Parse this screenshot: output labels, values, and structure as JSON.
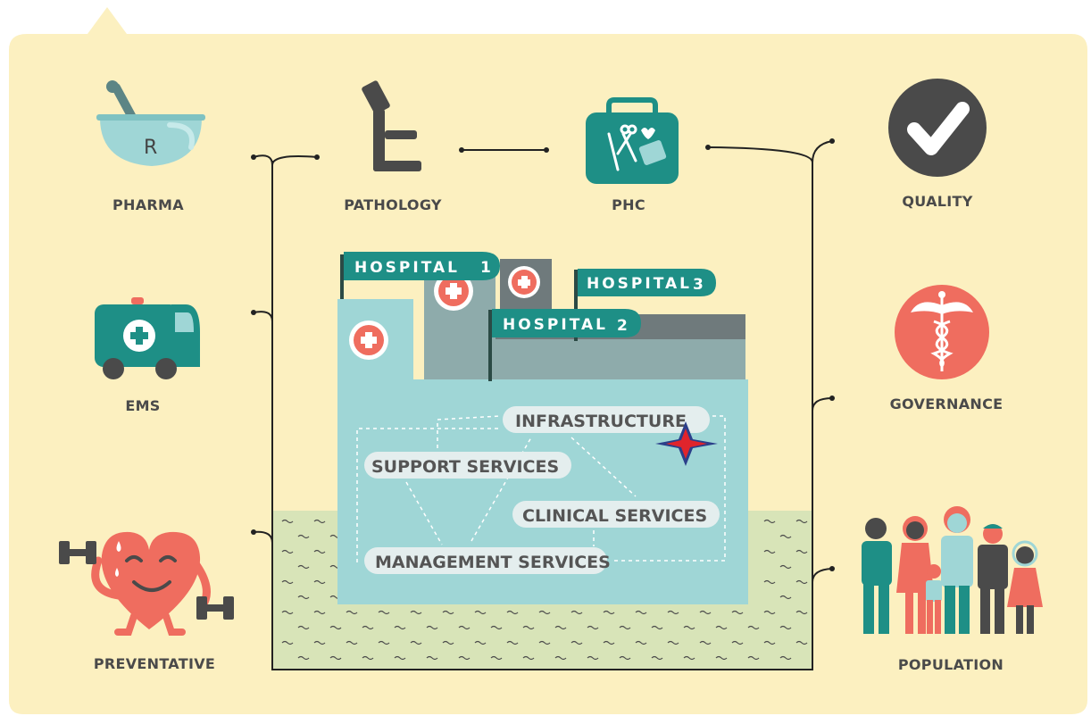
{
  "colors": {
    "panel": "#fcf0c0",
    "teal": "#1e8f86",
    "light_teal": "#9fd6d6",
    "coral": "#ef6d5f",
    "dark": "#4a4a4a",
    "ground": "#d8e4b8"
  },
  "top_row": {
    "pharma": {
      "label": "PHARMA",
      "icon": "mortar-pestle-icon",
      "icon_letter": "R"
    },
    "pathology": {
      "label": "PATHOLOGY",
      "icon": "microscope-icon"
    },
    "phc": {
      "label": "PHC",
      "icon": "medical-kit-icon"
    }
  },
  "left_column": {
    "ems": {
      "label": "EMS",
      "icon": "ambulance-icon"
    },
    "preventative": {
      "label": "PREVENTATIVE",
      "icon": "heart-dumbbell-icon"
    }
  },
  "right_column": {
    "quality": {
      "label": "QUALITY",
      "icon": "checkmark-icon"
    },
    "governance": {
      "label": "GOVERNANCE",
      "icon": "caduceus-icon"
    },
    "population": {
      "label": "POPULATION",
      "icon": "family-icon"
    }
  },
  "hospitals": [
    {
      "label": "HOSPITAL",
      "number": "1"
    },
    {
      "label": "HOSPITAL",
      "number": "2"
    },
    {
      "label": "HOSPITAL",
      "number": "3"
    }
  ],
  "services": {
    "infrastructure": "INFRASTRUCTURE",
    "support": "SUPPORT SERVICES",
    "clinical": "CLINICAL SERVICES",
    "management": "MANAGEMENT SERVICES"
  }
}
